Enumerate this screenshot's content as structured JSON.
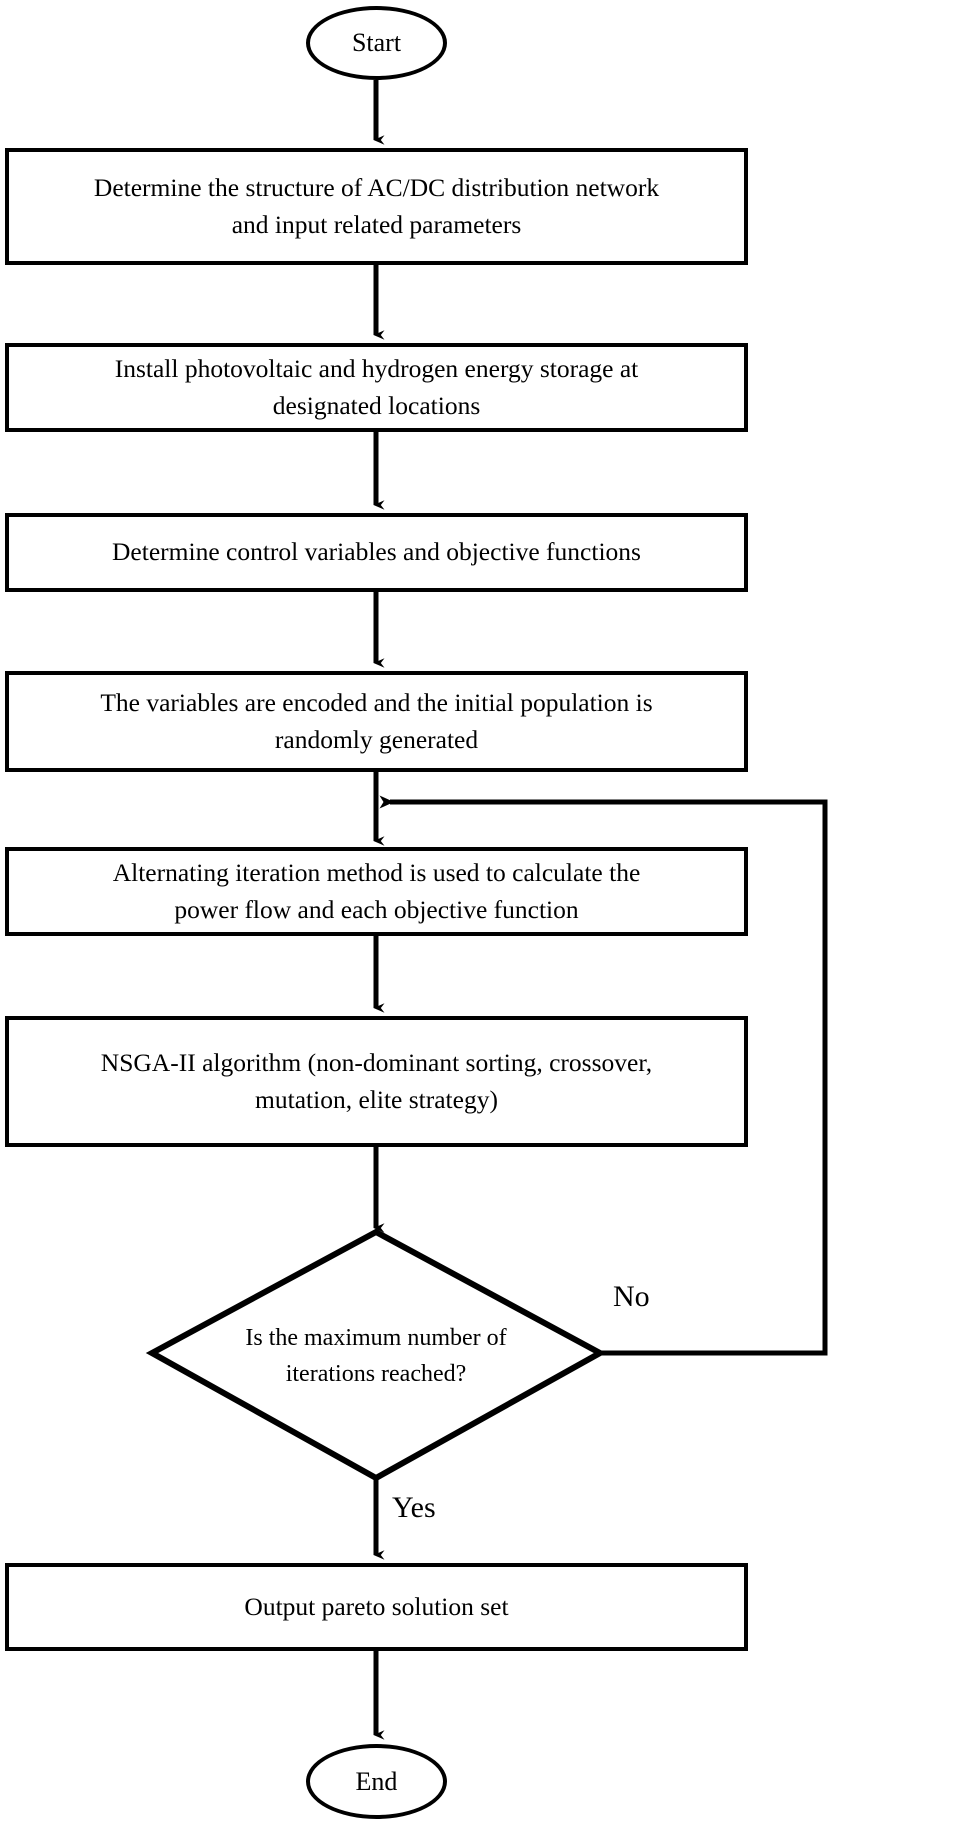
{
  "diagram": {
    "type": "flowchart",
    "title": "NSGA-II optimization flowchart for AC/DC distribution network",
    "colors": {
      "stroke": "#000000",
      "fill": "#ffffff",
      "text": "#000000"
    },
    "nodes": {
      "start": {
        "label": "Start",
        "shape": "terminator"
      },
      "step1": {
        "shape": "process",
        "line1": "Determine the structure of AC/DC distribution network",
        "line2": "and input related parameters"
      },
      "step2": {
        "shape": "process",
        "line1": "Install photovoltaic and hydrogen energy storage at",
        "line2": "designated locations"
      },
      "step3": {
        "shape": "process",
        "line1": "Determine control variables and objective functions",
        "line2": ""
      },
      "step4": {
        "shape": "process",
        "line1": "The variables are encoded and the initial population is",
        "line2": "randomly generated"
      },
      "step5": {
        "shape": "process",
        "line1": "Alternating iteration method is used to calculate the",
        "line2": "power flow and each objective function"
      },
      "step6": {
        "shape": "process",
        "line1": "NSGA-II algorithm (non-dominant sorting, crossover,",
        "line2": "mutation, elite strategy)"
      },
      "decision": {
        "shape": "diamond",
        "line1": "Is the maximum number of",
        "line2": "iterations reached?"
      },
      "step7": {
        "shape": "process",
        "line1": "Output pareto solution set",
        "line2": ""
      },
      "end": {
        "label": "End",
        "shape": "terminator"
      }
    },
    "edge_labels": {
      "no": "No",
      "yes": "Yes"
    }
  }
}
